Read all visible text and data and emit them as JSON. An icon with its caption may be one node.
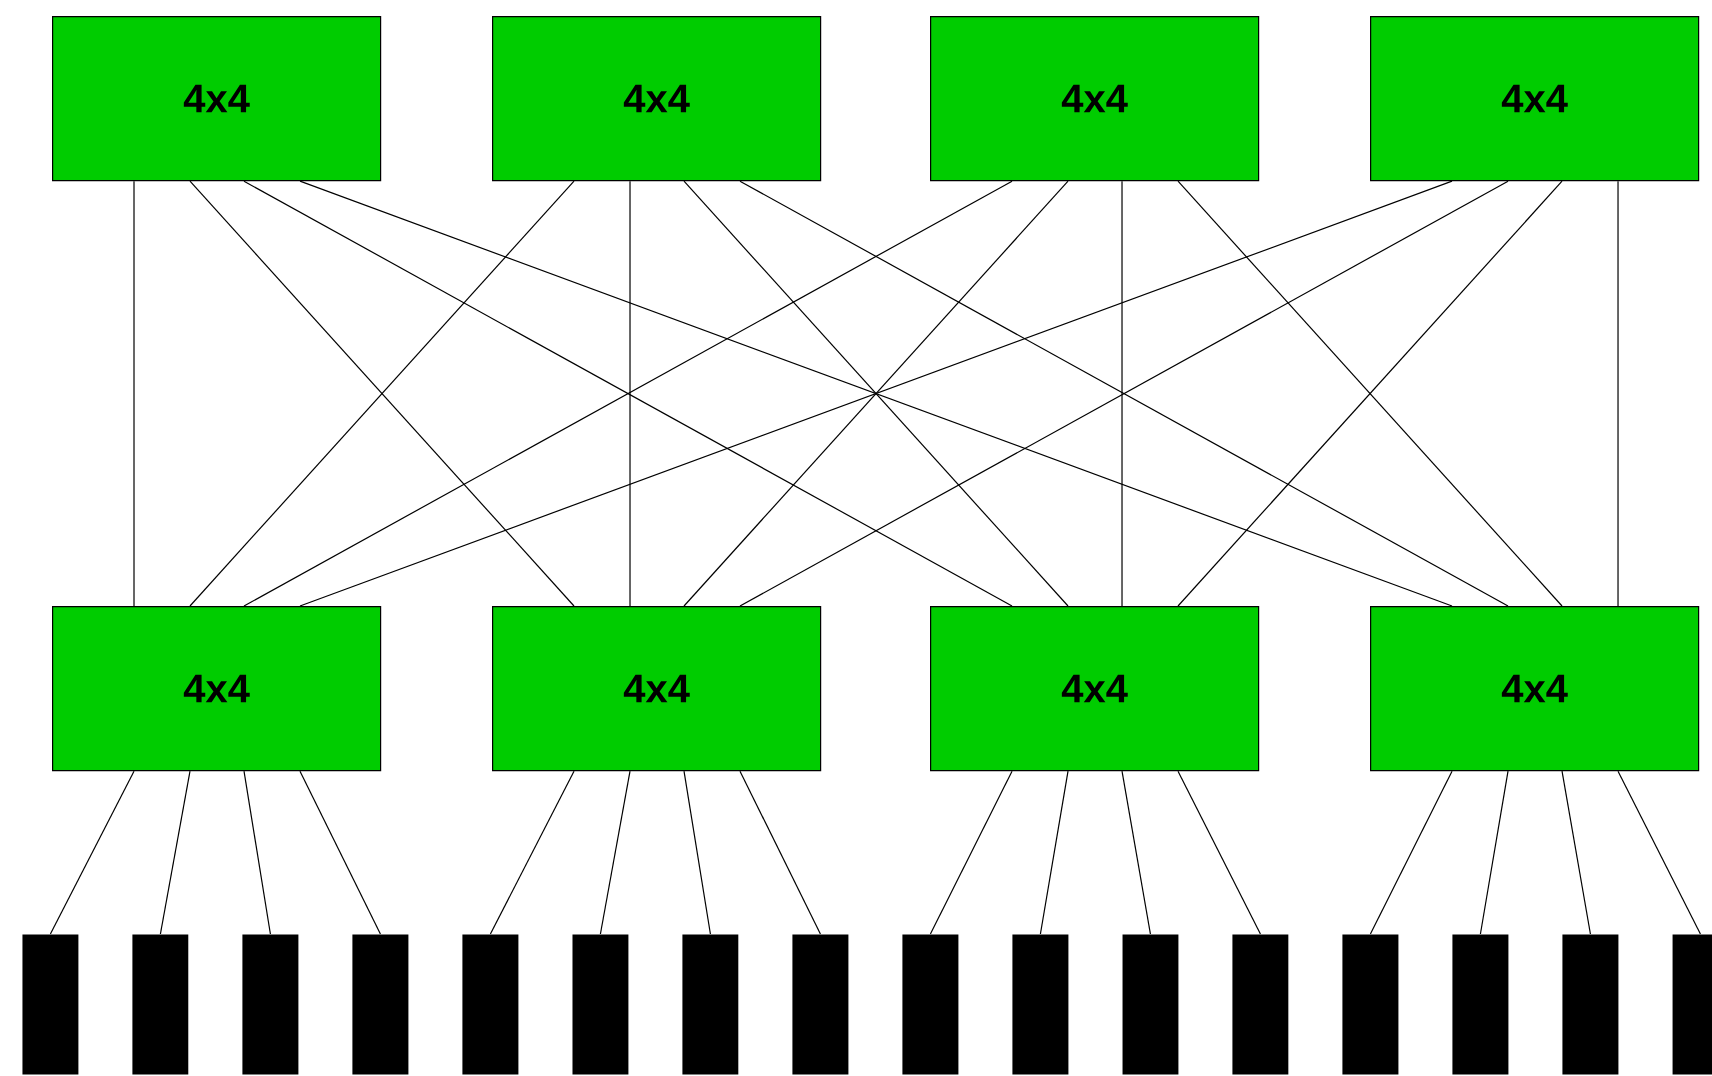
{
  "diagram": {
    "nodes": [
      {
        "text": [
          "4x4"
        ]
      },
      {
        "text": [
          "4x4"
        ]
      },
      {
        "text": [
          "4x4"
        ]
      },
      {
        "text": [
          "4x4"
        ]
      },
      {
        "text": [
          "4x4"
        ]
      },
      {
        "text": [
          "4x4"
        ]
      },
      {
        "text": [
          "4x4"
        ]
      },
      {
        "text": [
          "4x4"
        ]
      },
      {
        "text": [],
        "shape": "bar"
      },
      {
        "text": [],
        "shape": "bar"
      },
      {
        "text": [],
        "shape": "bar"
      },
      {
        "text": [],
        "shape": "bar"
      },
      {
        "text": [],
        "shape": "bar"
      },
      {
        "text": [],
        "shape": "bar"
      },
      {
        "text": [],
        "shape": "bar"
      },
      {
        "text": [],
        "shape": "bar"
      },
      {
        "text": [],
        "shape": "bar"
      },
      {
        "text": [],
        "shape": "bar"
      },
      {
        "text": [],
        "shape": "bar"
      },
      {
        "text": [],
        "shape": "bar"
      },
      {
        "text": [],
        "shape": "bar"
      },
      {
        "text": [],
        "shape": "bar"
      },
      {
        "text": [],
        "shape": "bar"
      },
      {
        "text": [],
        "shape": "bar"
      }
    ],
    "edges": [
      {
        "from": 0,
        "to": 4,
        "arrow": "none"
      },
      {
        "from": 0,
        "to": 5,
        "arrow": "none"
      },
      {
        "from": 0,
        "to": 6,
        "arrow": "none"
      },
      {
        "from": 0,
        "to": 7,
        "arrow": "none"
      },
      {
        "from": 1,
        "to": 4,
        "arrow": "none"
      },
      {
        "from": 1,
        "to": 5,
        "arrow": "none"
      },
      {
        "from": 1,
        "to": 6,
        "arrow": "none"
      },
      {
        "from": 1,
        "to": 7,
        "arrow": "none"
      },
      {
        "from": 2,
        "to": 4,
        "arrow": "none"
      },
      {
        "from": 2,
        "to": 5,
        "arrow": "none"
      },
      {
        "from": 2,
        "to": 6,
        "arrow": "none"
      },
      {
        "from": 2,
        "to": 7,
        "arrow": "none"
      },
      {
        "from": 3,
        "to": 4,
        "arrow": "none"
      },
      {
        "from": 3,
        "to": 5,
        "arrow": "none"
      },
      {
        "from": 3,
        "to": 6,
        "arrow": "none"
      },
      {
        "from": 3,
        "to": 7,
        "arrow": "none"
      },
      {
        "from": 4,
        "to": 8,
        "arrow": "none"
      },
      {
        "from": 4,
        "to": 9,
        "arrow": "none"
      },
      {
        "from": 4,
        "to": 10,
        "arrow": "none"
      },
      {
        "from": 4,
        "to": 11,
        "arrow": "none"
      },
      {
        "from": 5,
        "to": 12,
        "arrow": "none"
      },
      {
        "from": 5,
        "to": 13,
        "arrow": "none"
      },
      {
        "from": 5,
        "to": 14,
        "arrow": "none"
      },
      {
        "from": 5,
        "to": 15,
        "arrow": "none"
      },
      {
        "from": 6,
        "to": 16,
        "arrow": "none"
      },
      {
        "from": 6,
        "to": 17,
        "arrow": "none"
      },
      {
        "from": 6,
        "to": 18,
        "arrow": "none"
      },
      {
        "from": 6,
        "to": 19,
        "arrow": "none"
      },
      {
        "from": 7,
        "to": 20,
        "arrow": "none"
      },
      {
        "from": 7,
        "to": 21,
        "arrow": "none"
      },
      {
        "from": 7,
        "to": 22,
        "arrow": "none"
      },
      {
        "from": 7,
        "to": 23,
        "arrow": "none"
      }
    ]
  }
}
